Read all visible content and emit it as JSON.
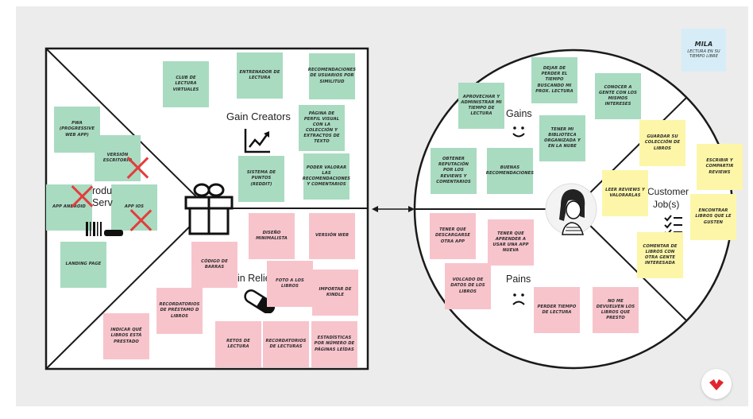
{
  "labels": {
    "gain_creators": "Gain Creators",
    "products_services_partial_1": "rodu",
    "products_services_partial_2": "Serv",
    "pain_relievers_partial": "ain Relie",
    "gains": "Gains",
    "pains": "Pains",
    "customer_job_1": "Customer",
    "customer_job_2": "Job(s)"
  },
  "persona_note": {
    "title": "MILA",
    "subtitle": "LECTURA EN SU TIEMPO LIBRE"
  },
  "products_services": [
    "PWA (PROGRESSIVE WEB APP)",
    "VERSIÓN ESCRITORIO",
    "APP ANDROID",
    "APP IOS",
    "LANDING PAGE"
  ],
  "gain_creators": [
    "CLUB DE LECTURA VIRTUALES",
    "ENTRENADOR DE LECTURA",
    "RECOMENDACIONES DE USUARIOS POR SIMILITUD",
    "PÁGINA DE PERFIL VISUAL CON LA COLECCIÓN Y EXTRACTOS DE TEXTO",
    "SISTEMA DE PUNTOS (REDDIT)",
    "PODER VALORAR LAS RECOMENDACIONES Y COMENTARIOS"
  ],
  "pain_relievers": [
    "DISEÑO MINIMALISTA",
    "VERSIÓN WEB",
    "CÓDIGO DE BARRAS",
    "FOTO A LOS LIBROS",
    "IMPORTAR DE KINDLE",
    "RECORDATORIOS DE PRÉSTAMO D LIBROS",
    "INDICAR QUÉ LIBROS ESTÁ PRESTADO",
    "RETOS DE LECTURA",
    "RECORDATORIOS DE LECTURAS",
    "ESTADÍSTICAS POR NÚMERO DE PÁGINAS LEÍDAS"
  ],
  "gains": [
    "DEJAR DE PERDER EL TIEMPO BUSCANDO MI PROX. LECTURA",
    "APROVECHAR Y ADMINISTRAR MI TIEMPO DE LECTURA",
    "CONOCER A GENTE CON LOS MISMOS INTERESES",
    "TENER MI BIBLIOTECA ORGANIZADA Y EN LA NUBE",
    "OBTENER REPUTACIÓN POR LOS REVIEWS Y COMENTARIOS",
    "BUENAS RECOMENDACIONES"
  ],
  "customer_jobs": [
    "GUARDAR SU COLECCIÓN DE LIBROS",
    "ESCRIBIR Y COMPARTIR REVIEWS",
    "LEER REVIEWS Y VALORARLAS",
    "ENCONTRAR LIBROS QUE LE GUSTEN",
    "COMENTAR DE LIBROS CON OTRA GENTE INTERESADA"
  ],
  "pains": [
    "TENER QUE DESCARGARSE OTRA APP",
    "TENER QUE APRENDER A USAR UNA APP NUEVA",
    "VOLCADO DE DATOS DE LOS LIBROS",
    "PERDER TIEMPO DE LECTURA",
    "NO ME DEVUELVEN LOS LIBROS QUE PRESTO"
  ],
  "colors": {
    "green_note": "#a9dbc1",
    "pink_note": "#f7c4cc",
    "yellow_note": "#fdf6a8",
    "blue_note": "#d6edf7",
    "cross": "#e53c3c",
    "brand": "#e0252e"
  },
  "icons": [
    "gift-icon",
    "chart-icon",
    "pill-icon",
    "barcode-icon",
    "smile-icon",
    "frown-icon",
    "checklist-icon",
    "person-avatar-icon",
    "brand-logo-icon"
  ]
}
